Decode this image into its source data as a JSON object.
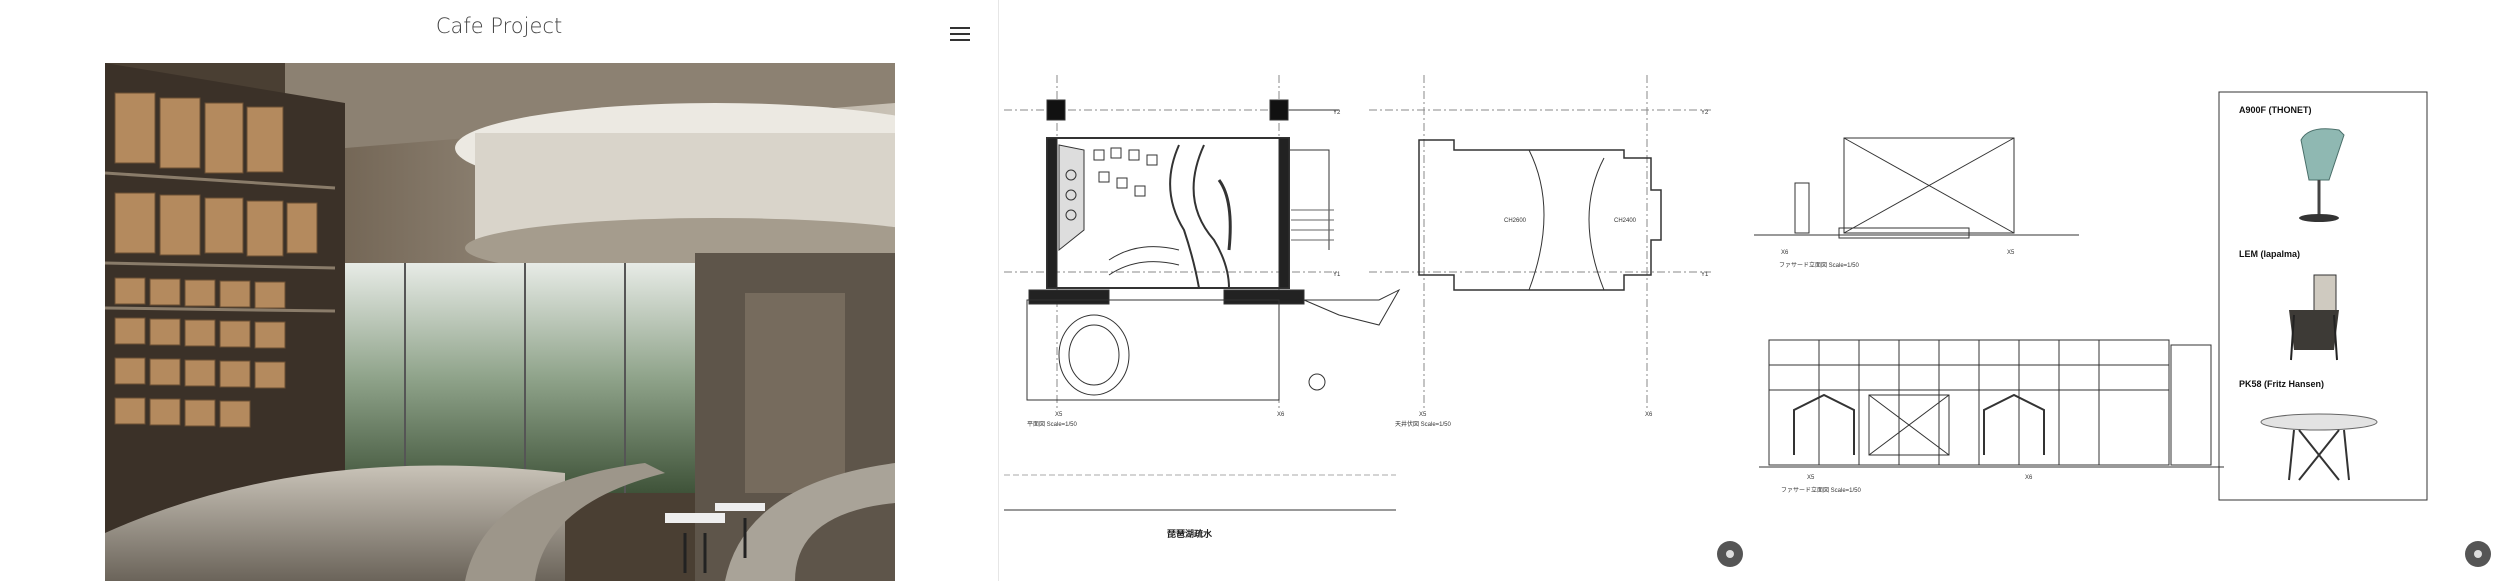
{
  "header": {
    "title": "Cafe Project"
  },
  "menu": {
    "icon": "hamburger-menu-icon"
  },
  "photo": {
    "subject": "cafe-interior-model"
  },
  "drawings": {
    "floor_plan": {
      "label": "平面図 Scale=1/50",
      "axis_left": "X5",
      "axis_right": "X6",
      "grid_top": "Y2",
      "grid_mid": "Y1"
    },
    "ceiling_plan": {
      "label": "天井伏図 Scale=1/50",
      "axis_left": "X5",
      "axis_right": "X6",
      "grid_top": "Y2",
      "grid_mid": "Y1",
      "note_a": "CH2600",
      "note_b": "CH2400"
    },
    "facade_north": {
      "label": "ファサード立面図 Scale=1/50",
      "axis_left": "X6",
      "axis_right": "X5"
    },
    "facade_south": {
      "label": "ファサード立面図 Scale=1/50",
      "axis_left": "X5",
      "axis_right": "X6"
    },
    "caption": "琵琶湖疏水"
  },
  "furniture": [
    {
      "name": "A900F (THONET)"
    },
    {
      "name": "LEM (lapalma)"
    },
    {
      "name": "PK58 (Fritz Hansen)"
    }
  ],
  "colors": {
    "accent": "#555555",
    "line": "#333333"
  }
}
